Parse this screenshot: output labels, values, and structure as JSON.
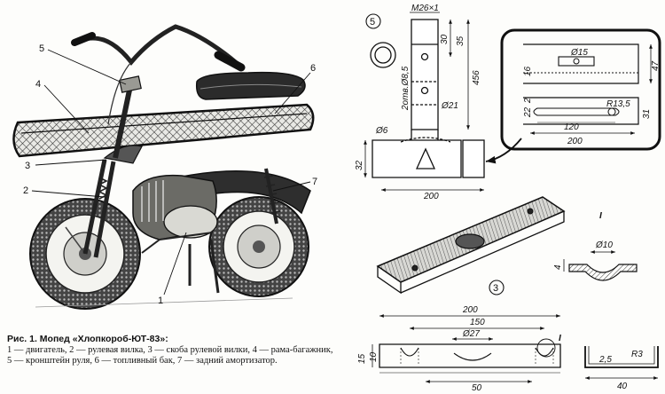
{
  "callouts": [
    "1",
    "2",
    "3",
    "4",
    "5",
    "6",
    "7"
  ],
  "figure": {
    "title": "Рис. 1. Мопед «Хлопкороб-ЮТ-83»:",
    "legend": "1 — двигатель, 2 — рулевая вилка, 3 — скоба рулевой вилки, 4 — рама-багажник, 5 — кронштейн руля, 6 — топливный бак, 7 — задний амортизатор."
  },
  "detail5": {
    "number": "5",
    "thread": "M26×1",
    "dims": {
      "d30": "30",
      "d35": "35",
      "d456": "456",
      "holes": "2отв.Ø8,5",
      "d21": "Ø21",
      "d6": "Ø6",
      "d32": "32",
      "d200": "200"
    }
  },
  "inset": {
    "dims": {
      "d15": "Ø15",
      "d16": "16",
      "d47": "47",
      "d2": "2",
      "d22": "22",
      "d31": "31",
      "r135": "R13,5",
      "d120": "120",
      "d200": "200"
    }
  },
  "detail3": {
    "number": "3",
    "section_mark": "I",
    "dims": {
      "d10sec": "Ø10",
      "d4": "4",
      "d200": "200",
      "d150": "150",
      "d27": "Ø27",
      "d15": "15",
      "d10": "10",
      "d50": "50",
      "d25": "2,5",
      "r3": "R3",
      "d40": "40"
    }
  }
}
